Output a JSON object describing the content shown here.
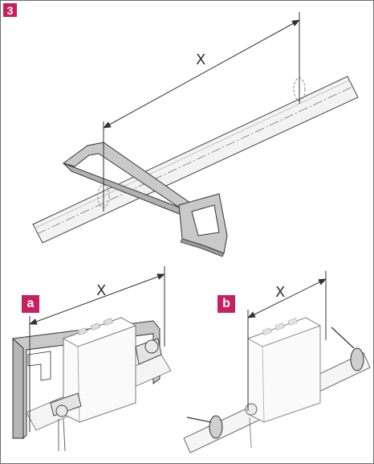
{
  "figure": {
    "step_number": "3",
    "dimension_label": "X",
    "variant_a_label": "a",
    "variant_b_label": "b"
  },
  "colors": {
    "accent": "#c8205e",
    "line": "#333333",
    "pipe_fill": "#f3f3f3",
    "saw_fill": "#c9c9c9",
    "bracket_fill": "#c9c9c9",
    "clamp_fill": "#cfcfcf"
  },
  "icons": {
    "saw": "hacksaw-icon",
    "bracket": "wall-bracket-icon",
    "clamp": "pipe-clamp-icon"
  }
}
